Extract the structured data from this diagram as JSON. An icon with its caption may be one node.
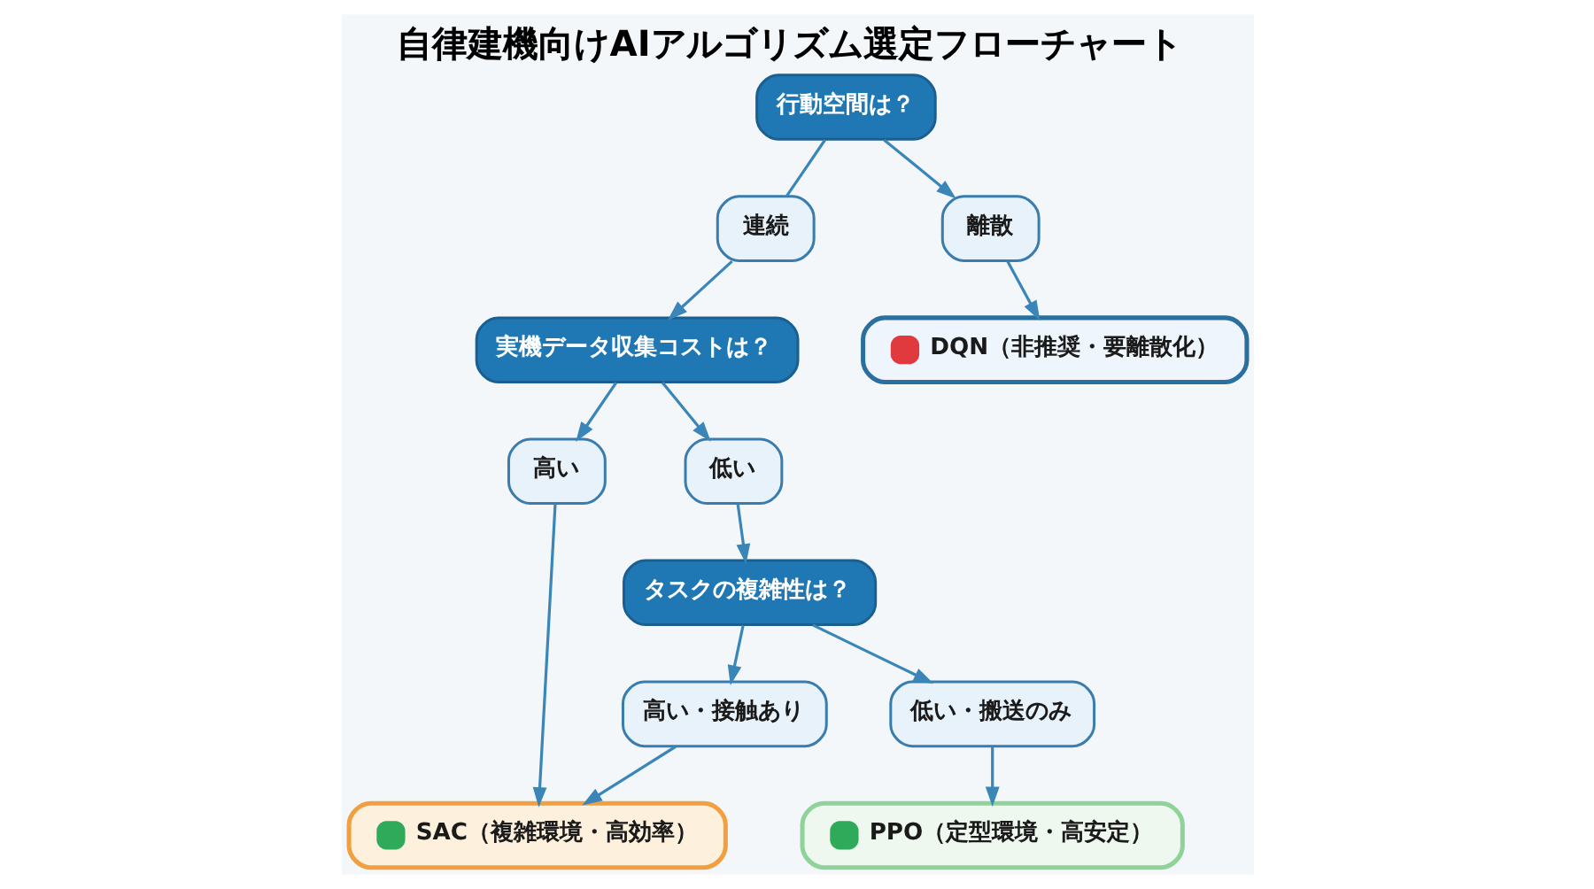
{
  "diagram": {
    "title": "自律建機向けAIアルゴリズム選定フローチャート",
    "nodes": [
      {
        "text": [
          "行動空間は？"
        ]
      },
      {
        "text": [
          "連続"
        ]
      },
      {
        "text": [
          "離散"
        ]
      },
      {
        "text": [
          "DQN（非推奨・要離散化）"
        ]
      },
      {
        "text": [
          "実機データ収集コストは？"
        ]
      },
      {
        "text": [
          "高い"
        ]
      },
      {
        "text": [
          "低い"
        ]
      },
      {
        "text": [
          "タスクの複雑性は？"
        ]
      },
      {
        "text": [
          "高い・接触あり"
        ]
      },
      {
        "text": [
          "低い・搬送のみ"
        ]
      },
      {
        "text": [
          "SAC（複雑環境・高効率）"
        ]
      },
      {
        "text": [
          "PPO（定型環境・高安定）"
        ]
      }
    ],
    "edges": [
      {
        "from": 0,
        "to": 1,
        "arrow": "none"
      },
      {
        "from": 0,
        "to": 2,
        "arrow": "to"
      },
      {
        "from": 2,
        "to": 3,
        "arrow": "to"
      },
      {
        "from": 1,
        "to": 4,
        "arrow": "to"
      },
      {
        "from": 4,
        "to": 5,
        "arrow": "to"
      },
      {
        "from": 4,
        "to": 6,
        "arrow": "to"
      },
      {
        "from": 5,
        "to": 10,
        "arrow": "to"
      },
      {
        "from": 6,
        "to": 7,
        "arrow": "to"
      },
      {
        "from": 7,
        "to": 8,
        "arrow": "to"
      },
      {
        "from": 7,
        "to": 9,
        "arrow": "to"
      },
      {
        "from": 8,
        "to": 10,
        "arrow": "to"
      },
      {
        "from": 9,
        "to": 11,
        "arrow": "to"
      }
    ]
  }
}
